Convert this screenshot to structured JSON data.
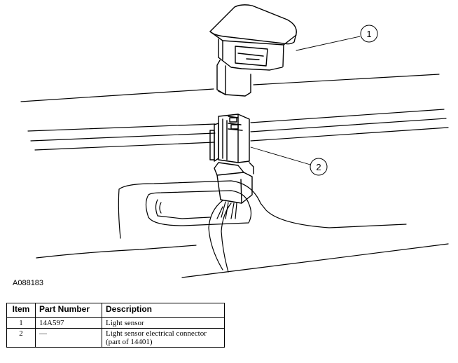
{
  "figure_id": "A088183",
  "callouts": [
    "1",
    "2"
  ],
  "table": {
    "headers": [
      "Item",
      "Part Number",
      "Description"
    ],
    "rows": [
      {
        "item": "1",
        "part_number": "14A597",
        "description": "Light sensor"
      },
      {
        "item": "2",
        "part_number": "—",
        "description": "Light sensor electrical connector (part of 14401)"
      }
    ]
  }
}
